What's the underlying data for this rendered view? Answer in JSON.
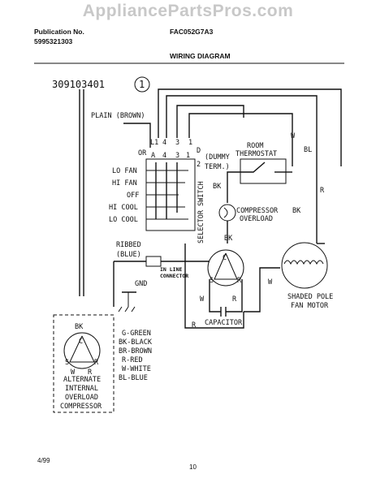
{
  "watermark": "AppliancePartsPros.com",
  "header": {
    "publication_label": "Publication No.",
    "publication_number": "5995321303",
    "model": "FAC052G7A3",
    "title": "WIRING DIAGRAM"
  },
  "footer": {
    "date": "4/99",
    "page": "10"
  },
  "diagram": {
    "part_number": "309103401",
    "circle_number": "1",
    "plain_wire": "PLAIN (BROWN)",
    "ribbed_wire": [
      "RIBBED",
      "(BLUE)"
    ],
    "in_line_connector": [
      "IN LINE",
      "CONNECTOR"
    ],
    "gnd": "GND",
    "or_label": "OR",
    "terminal_top": [
      "L1",
      "4",
      "3",
      "1"
    ],
    "terminal_mid": [
      "A",
      "4",
      "3",
      "1"
    ],
    "terminal_d": [
      "D",
      "2"
    ],
    "dummy_term": [
      "(DUMMY",
      "TERM.)"
    ],
    "switch_positions": [
      "LO FAN",
      "HI FAN",
      "OFF",
      "HI COOL",
      "LO COOL"
    ],
    "selector_switch": "SELECTOR SWITCH",
    "room_thermostat": [
      "ROOM",
      "THERMOSTAT"
    ],
    "compressor_overload": [
      "COMPRESSOR",
      "OVERLOAD"
    ],
    "compressor_terminals": [
      "C",
      "S",
      "R"
    ],
    "capacitor": "CAPACITOR",
    "fan_motor": [
      "SHADED POLE",
      "FAN MOTOR"
    ],
    "wire_labels": {
      "w": "W",
      "bl": "BL",
      "r": "R",
      "bk": "BK"
    },
    "color_legend": [
      "G-GREEN",
      "BK-BLACK",
      "BR-BROWN",
      "R-RED",
      "W-WHITE",
      "BL-BLUE"
    ],
    "alternate": [
      "ALTERNATE",
      "INTERNAL",
      "OVERLOAD",
      "COMPRESSOR"
    ],
    "alt_terminals": [
      "BK",
      "C",
      "S",
      "R",
      "W",
      "R"
    ]
  }
}
